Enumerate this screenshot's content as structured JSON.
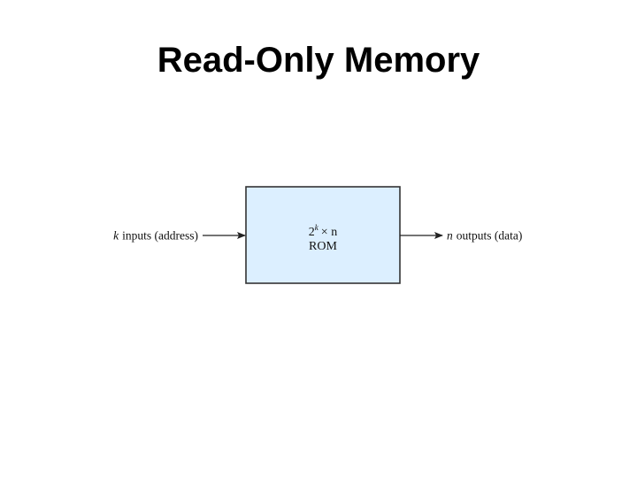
{
  "slide": {
    "title": "Read-Only Memory"
  },
  "diagram": {
    "rom_block": {
      "size_base": "2",
      "size_exponent": "k",
      "size_times_n": "× n",
      "label": "ROM",
      "fill_color": "#dcefff",
      "border_color": "#333333"
    },
    "input": {
      "var": "k",
      "label": "inputs (address)"
    },
    "output": {
      "var": "n",
      "label": "outputs (data)"
    }
  }
}
